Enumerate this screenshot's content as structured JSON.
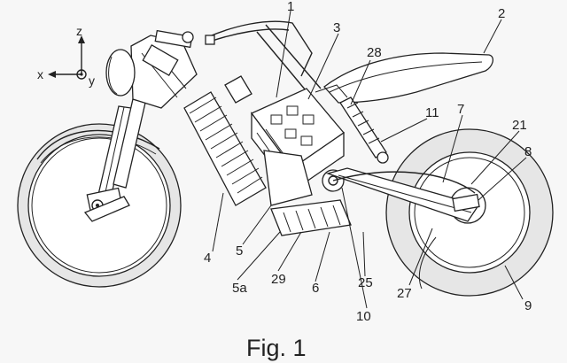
{
  "figure": {
    "caption": "Fig. 1",
    "axes": {
      "x": "x",
      "y": "y",
      "z": "z"
    },
    "reference_numerals": [
      "1",
      "2",
      "3",
      "4",
      "5",
      "5a",
      "6",
      "7",
      "8",
      "9",
      "10",
      "11",
      "21",
      "25",
      "27",
      "28",
      "29"
    ]
  },
  "colors": {
    "ink": "#222222",
    "paper": "#f7f7f7",
    "shade": "#e6e6e6"
  }
}
